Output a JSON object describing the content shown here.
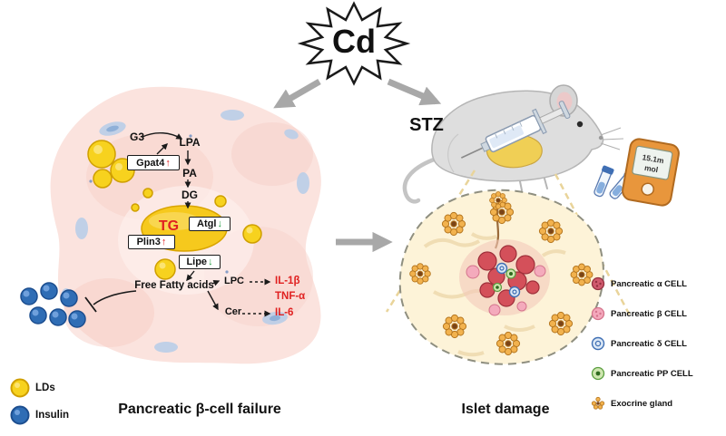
{
  "cd_burst": {
    "label": "Cd"
  },
  "left_panel": {
    "pathway": {
      "g3": "G3",
      "lpa": "LPA",
      "gpat4": {
        "name": "Gpat4",
        "direction": "↑"
      },
      "pa": "PA",
      "dg": "DG",
      "tg": "TG",
      "atgl": {
        "name": "Atgl",
        "direction": "↓"
      },
      "plin3": {
        "name": "Plin3",
        "direction": "↑"
      },
      "lipe": {
        "name": "Lipe",
        "direction": "↓"
      },
      "free_fatty_acids": "Free Fatty acids",
      "lpc": "LPC",
      "cer": "Cer",
      "il1b": "IL-1β",
      "tnfa": "TNF-α",
      "il6": "IL-6"
    },
    "caption": "Pancreatic β-cell failure"
  },
  "right_panel": {
    "stz_label": "STZ",
    "glucometer_reading": {
      "line1": "15.1m",
      "line2": "mol"
    },
    "caption": "Islet damage"
  },
  "legend_left": {
    "items": [
      {
        "label": "LDs",
        "color": "#f7d21e"
      },
      {
        "label": "Insulin",
        "color": "#2f6db5"
      }
    ]
  },
  "legend_right": {
    "items": [
      {
        "label": "Pancreatic α CELL",
        "color": "#d05a6e"
      },
      {
        "label": "Pancreatic β CELL",
        "color": "#f4a8bc"
      },
      {
        "label": "Pancreatic δ CELL",
        "color": "#3f6fb4"
      },
      {
        "label": "Pancreatic PP CELL",
        "color": "#5a9e3f"
      },
      {
        "label": "Exocrine gland",
        "color": "#f0b14a"
      }
    ]
  },
  "colors": {
    "upregulated": "#e02020",
    "downregulated": "#1f9e3f",
    "cytokine_text": "#e02020",
    "arrow_gray": "#a8a8a8",
    "lipid_droplet": "#f7d21e",
    "insulin_blue": "#2f6db5"
  }
}
